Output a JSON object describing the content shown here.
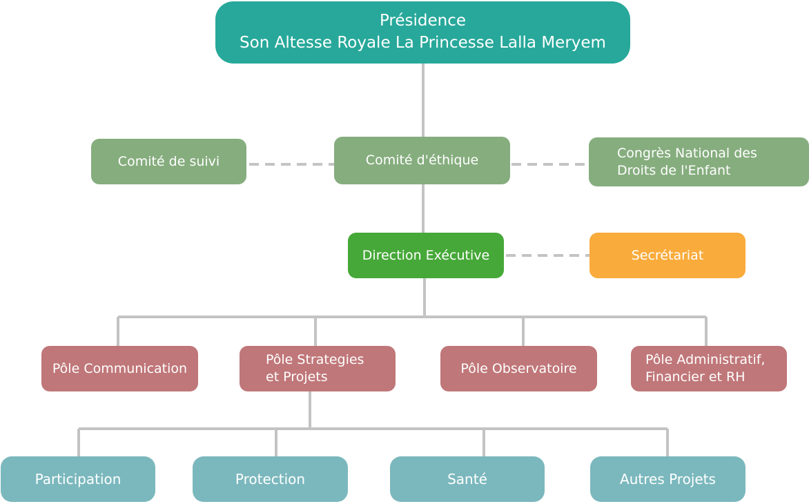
{
  "presidence": {
    "line1": "Présidence",
    "line2": "Son Altesse Royale La Princesse Lalla Meryem"
  },
  "committees": {
    "suivi": "Comité de suivi",
    "ethique": "Comité d'éthique",
    "congres_line1": "Congrès National des",
    "congres_line2": "Droits de l'Enfant"
  },
  "direction": {
    "executive": "Direction Exécutive",
    "secretariat": "Secrétariat"
  },
  "poles": {
    "communication": "Pôle Communication",
    "strategies_line1": "Pôle Strategies",
    "strategies_line2": "et Projets",
    "observatoire": "Pôle Observatoire",
    "admin_line1": "Pôle Administratif,",
    "admin_line2": "Financier et RH"
  },
  "projects": {
    "participation": "Participation",
    "protection": "Protection",
    "sante": "Santé",
    "autres": "Autres Projets"
  },
  "colors": {
    "presidence": "#27a89a",
    "committee": "#86ad7e",
    "executive": "#46a838",
    "secretariat": "#f9ab3b",
    "pole": "#c07779",
    "project": "#7bb8bd",
    "connector": "#c3c3c3"
  }
}
